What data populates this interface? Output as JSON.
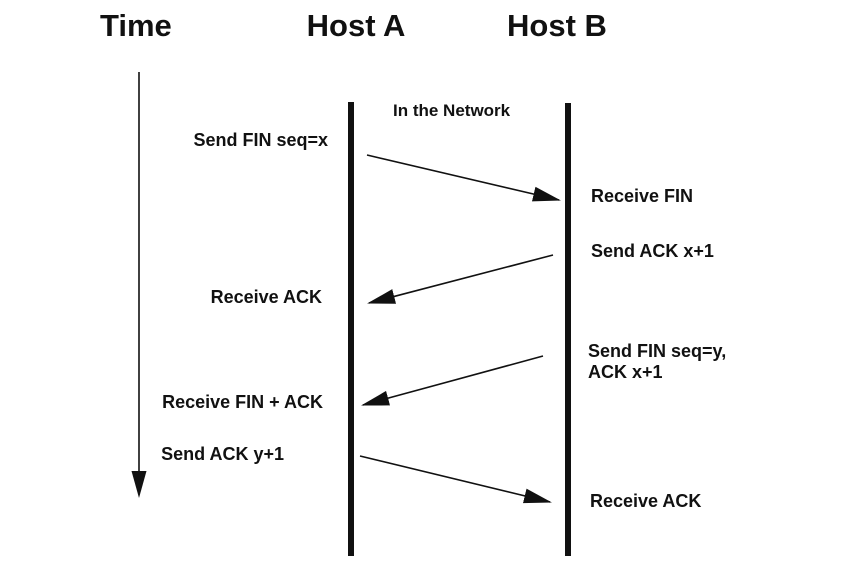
{
  "colors": {
    "ink": "#111111",
    "background": "#ffffff"
  },
  "header": {
    "time": "Time",
    "host_a": "Host A",
    "host_b": "Host B"
  },
  "network_label": "In the Network",
  "host_a_events": {
    "send_fin": "Send FIN seq=x",
    "receive_ack": "Receive ACK",
    "receive_fin_ack": "Receive FIN + ACK",
    "send_ack": "Send ACK y+1"
  },
  "host_b_events": {
    "receive_fin": "Receive FIN",
    "send_ack": "Send ACK x+1",
    "send_fin_line1": "Send FIN seq=y,",
    "send_fin_line2": "ACK x+1",
    "receive_ack": "Receive ACK"
  },
  "icons": {
    "time_axis": "down-arrow-icon",
    "message_arrows": "diagonal-arrow-icon"
  }
}
